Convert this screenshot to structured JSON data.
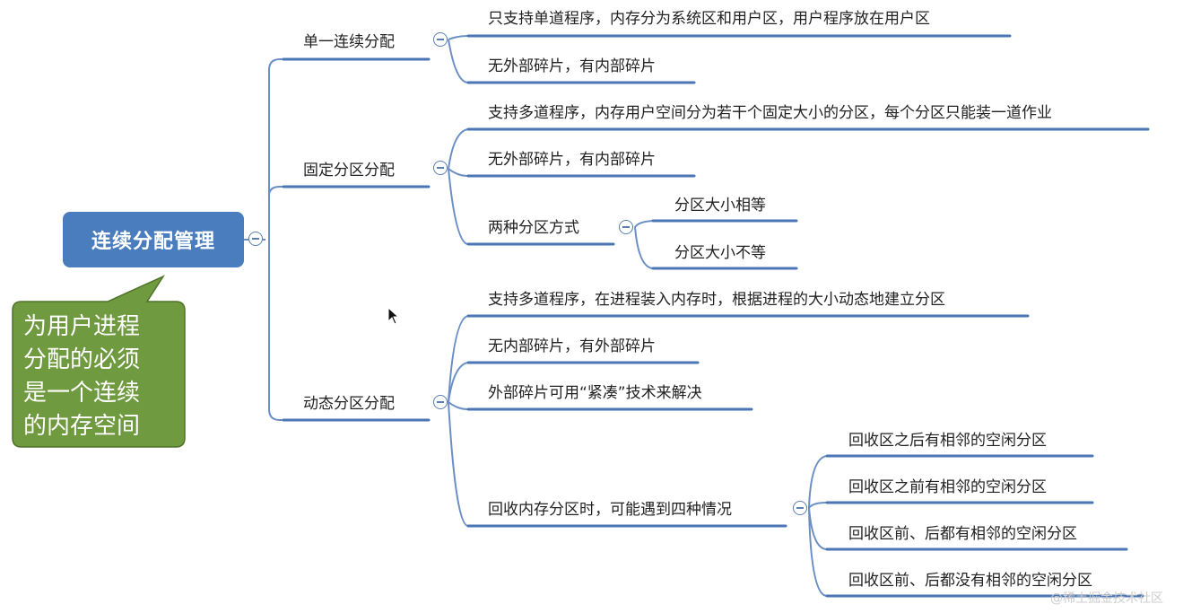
{
  "mindmap": {
    "root": "连续分配管理",
    "branches": {
      "single": {
        "label": "单一连续分配",
        "items": [
          "只支持单道程序，内存分为系统区和用户区，用户程序放在用户区",
          "无外部碎片，有内部碎片"
        ]
      },
      "fixed": {
        "label": "固定分区分配",
        "items": [
          "支持多道程序，内存用户空间分为若干个固定大小的分区，每个分区只能装一道作业",
          "无外部碎片，有内部碎片",
          "两种分区方式"
        ],
        "modes": [
          "分区大小相等",
          "分区大小不等"
        ]
      },
      "dynamic": {
        "label": "动态分区分配",
        "items": [
          "支持多道程序，在进程装入内存时，根据进程的大小动态地建立分区",
          "无内部碎片，有外部碎片",
          "外部碎片可用“紧凑”技术来解决",
          "回收内存分区时，可能遇到四种情况"
        ],
        "cases": [
          "回收区之后有相邻的空闲分区",
          "回收区之前有相邻的空闲分区",
          "回收区前、后都有相邻的空闲分区",
          "回收区前、后都没有相邻的空闲分区"
        ]
      }
    }
  },
  "callout": {
    "lines": [
      "为用户进程",
      "分配的必须",
      "是一个连续",
      "的内存空间"
    ]
  },
  "watermark": "@稀土掘金技术社区",
  "colors": {
    "root_fill": "#4a7dbd",
    "connector": "#6b8fc4",
    "underline": "#4b76b4",
    "callout_fill": "#6f9a3f",
    "callout_border": "#4f7229"
  },
  "icons": {
    "collapse": "minus-circle-icon",
    "cursor": "arrow-cursor-icon"
  }
}
